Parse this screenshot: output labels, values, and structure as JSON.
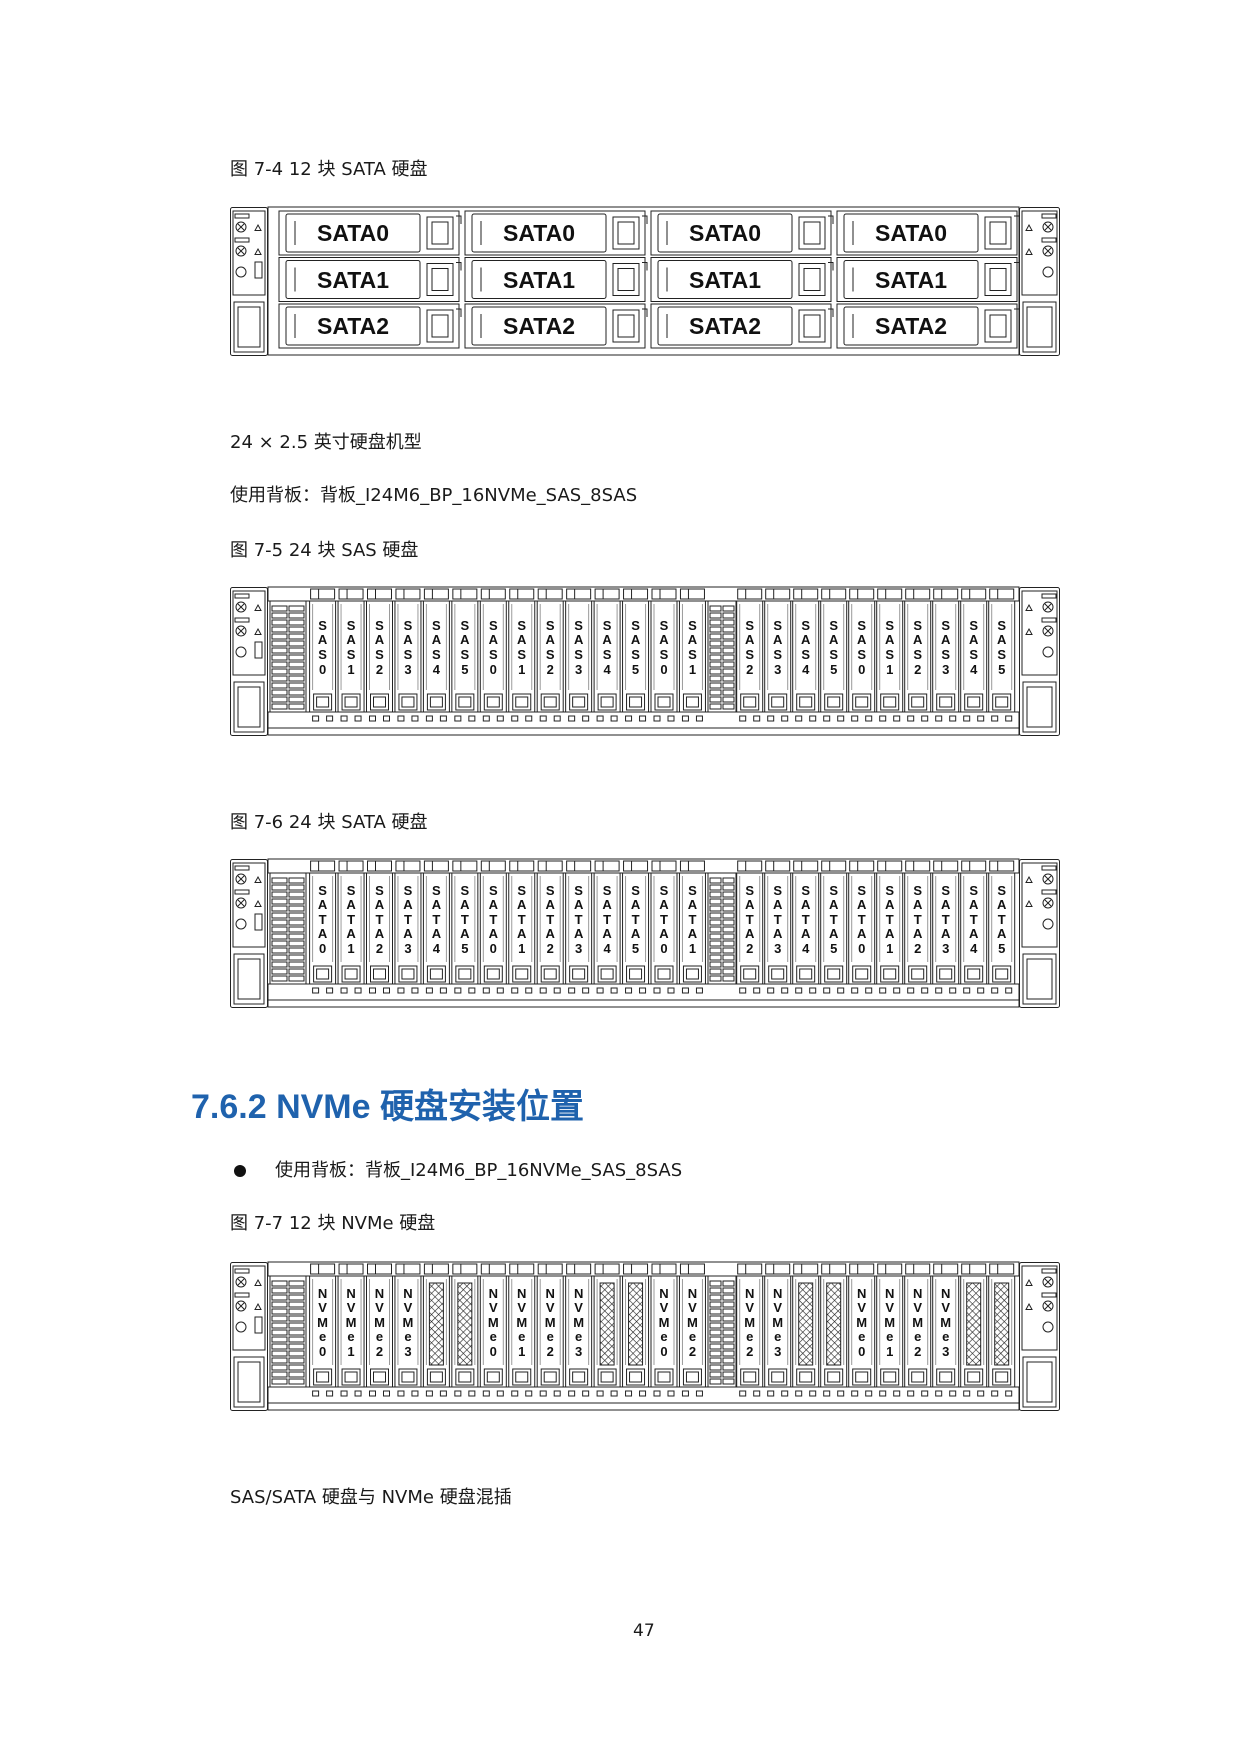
{
  "text": {
    "fig_7_4_caption": "图 7-4 12 块 SATA 硬盘",
    "model_line": "24 × 2.5 英寸硬盘机型",
    "backplane_line": "使用背板：背板_I24M6_BP_16NVMe_SAS_8SAS",
    "fig_7_5_caption": "图 7-5 24 块 SAS 硬盘",
    "fig_7_6_caption": "图 7-6 24 块 SATA 硬盘",
    "section_heading": "7.6.2 NVMe 硬盘安装位置",
    "bullet_backplane": "使用背板：背板_I24M6_BP_16NVMe_SAS_8SAS",
    "fig_7_7_caption": "图 7-7 12 块 NVMe 硬盘",
    "mixed_line": "SAS/SATA 硬盘与 NVMe 硬盘混插",
    "page_number": "47"
  },
  "figures": {
    "fig_7_4": {
      "rows": [
        [
          "SATA0",
          "SATA0",
          "SATA0",
          "SATA0"
        ],
        [
          "SATA1",
          "SATA1",
          "SATA1",
          "SATA1"
        ],
        [
          "SATA2",
          "SATA2",
          "SATA2",
          "SATA2"
        ]
      ]
    },
    "fig_7_5": {
      "left": [
        "SAS0",
        "SAS1",
        "SAS2",
        "SAS3",
        "SAS4",
        "SAS5",
        "SAS0",
        "SAS1",
        "SAS2",
        "SAS3",
        "SAS4",
        "SAS5",
        "SAS0",
        "SAS1"
      ],
      "right": [
        "SAS2",
        "SAS3",
        "SAS4",
        "SAS5",
        "SAS0",
        "SAS1",
        "SAS2",
        "SAS3",
        "SAS4",
        "SAS5"
      ]
    },
    "fig_7_6": {
      "left": [
        "SATA0",
        "SATA1",
        "SATA2",
        "SATA3",
        "SATA4",
        "SATA5",
        "SATA0",
        "SATA1",
        "SATA2",
        "SATA3",
        "SATA4",
        "SATA5",
        "SATA0",
        "SATA1"
      ],
      "right": [
        "SATA2",
        "SATA3",
        "SATA4",
        "SATA5",
        "SATA0",
        "SATA1",
        "SATA2",
        "SATA3",
        "SATA4",
        "SATA5"
      ]
    },
    "fig_7_7": {
      "left": [
        "NVMe0",
        "NVMe1",
        "NVMe2",
        "NVMe3",
        null,
        null,
        "NVMe0",
        "NVMe1",
        "NVMe2",
        "NVMe3",
        null,
        null,
        "NVMe0",
        "NVMe2"
      ],
      "right": [
        "NVMe2",
        "NVMe3",
        null,
        null,
        "NVMe0",
        "NVMe1",
        "NVMe2",
        "NVMe3",
        null,
        null
      ]
    }
  },
  "colors": {
    "heading": "#1f62ad",
    "line": "#222222",
    "text": "#1a1a1a"
  }
}
